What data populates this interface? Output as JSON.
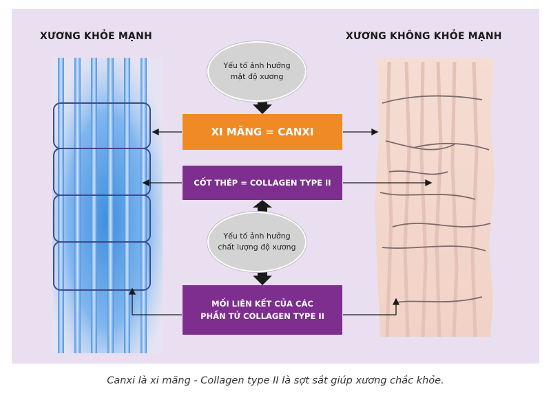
{
  "titles": {
    "healthy": "XƯƠNG KHỎE MẠNH",
    "unhealthy": "XƯƠNG KHÔNG KHỎE MẠNH"
  },
  "ovals": {
    "top_line1": "Yếu tố ảnh hưởng",
    "top_line2": "mật độ xương",
    "mid_line1": "Yếu tố ảnh hưởng",
    "mid_line2": "chất lượng độ xương"
  },
  "boxes": {
    "canxi": "XI MĂNG = CANXI",
    "collagen": "CỐT THÉP = COLLAGEN TYPE II",
    "link_line1": "MỐI LIÊN KẾT CỦA CÁC",
    "link_line2": "PHẦN TỬ COLLAGEN TYPE II"
  },
  "caption": "Canxi là xi măng - Collagen type II là sợt sắt giúp xương chắc khỏe.",
  "colors": {
    "panel": "#eadff0",
    "orange": "#f08a24",
    "purple": "#7d2e8e",
    "healthy_blue": "#4a90e2",
    "unhealthy_pink": "#f2d6cc"
  }
}
